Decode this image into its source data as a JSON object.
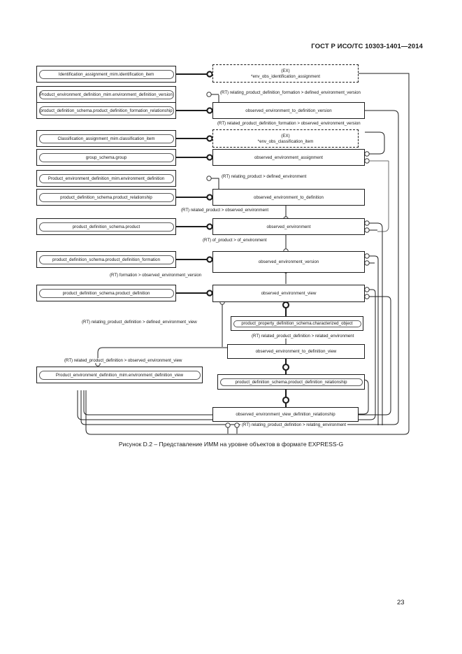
{
  "document": {
    "header": "ГОСТ Р ИСО/ТС 10303-1401—2014",
    "page_number": "23",
    "figure_caption": "Рисунок D.2 –   Представление ИММ на уровне объектов в формате EXPRESS-G"
  },
  "diagram": {
    "type": "EXPRESS-G object level model",
    "left_nodes": [
      {
        "id": "n_ident_item",
        "label": "Identification_assignment_mim.identification_item",
        "style": "stadium"
      },
      {
        "id": "n_env_def_ver",
        "label": "Product_environment_definition_mim.environment_definition_version",
        "style": "stadium"
      },
      {
        "id": "n_pdf_rel",
        "label": "product_definition_schema.produсt_definition_formation_relationship",
        "style": "stadium"
      },
      {
        "id": "n_class_item",
        "label": "Classification_assignment_mim.classification_item",
        "style": "stadium"
      },
      {
        "id": "n_group",
        "label": "group_schema.group",
        "style": "stadium"
      },
      {
        "id": "n_env_def",
        "label": "Product_environment_definition_mim.environment_definition",
        "style": "stadium"
      },
      {
        "id": "n_prod_rel",
        "label": "product_definition_schema.product_relationship",
        "style": "stadium"
      },
      {
        "id": "n_product",
        "label": "product_definition_schema.product",
        "style": "stadium"
      },
      {
        "id": "n_pdf",
        "label": "product_definition_schema.product_definition_formation",
        "style": "stadium"
      },
      {
        "id": "n_pd",
        "label": "product_definition_schema.product_definition",
        "style": "stadium"
      },
      {
        "id": "n_env_def_view",
        "label": "Product_environment_definition_mim.environment_definition_view",
        "style": "stadium"
      }
    ],
    "right_nodes": [
      {
        "id": "r_ex_ident",
        "ex_tag": "(EX)",
        "label": "*env_obs_identification_assignment",
        "style": "dashed"
      },
      {
        "id": "r_obs_env_to_def_ver",
        "label": "observed_environment_to_definition_version",
        "style": "plain"
      },
      {
        "id": "r_ex_class",
        "ex_tag": "(EX)",
        "label": "*env_obs_classification_item",
        "style": "dashed"
      },
      {
        "id": "r_obs_env_assignment",
        "label": "observed_environment_assignment",
        "style": "plain"
      },
      {
        "id": "r_obs_env_to_def",
        "label": "observed_environment_to_definition",
        "style": "plain"
      },
      {
        "id": "r_obs_env",
        "label": "observed_environment",
        "style": "plain"
      },
      {
        "id": "r_obs_env_version",
        "label": "observed_environment_version",
        "style": "plain"
      },
      {
        "id": "r_obs_env_view",
        "label": "observed_environment_view",
        "style": "plain"
      },
      {
        "id": "r_char_obj",
        "label": "product_property_definition_schema.characterized_object",
        "style": "stadium"
      },
      {
        "id": "r_obs_env_to_def_view",
        "label": "observed_environment_to_definition_view",
        "style": "plain"
      },
      {
        "id": "r_pd_rel",
        "label": "product_definition_schema.product_definition_relationship",
        "style": "stadium"
      },
      {
        "id": "r_obs_env_view_def_rel",
        "label": "observed_environment_view_definition_relationship",
        "style": "plain"
      }
    ],
    "edge_labels": [
      {
        "id": "e1",
        "text": "(RT) relating_product_definition_formation > defined_environment_version"
      },
      {
        "id": "e2",
        "text": "(RT) related_product_definition_formation > observed_environment_version"
      },
      {
        "id": "e3",
        "text": "(RT) relating_product > defined_environment"
      },
      {
        "id": "e4",
        "text": "(RT) related_product > observed_environment"
      },
      {
        "id": "e5",
        "text": "(RT) of_product > of_environment"
      },
      {
        "id": "e6",
        "text": "(RT) formation > observed_environment_version"
      },
      {
        "id": "e7",
        "text": "(RT) relating_product_definition > defined_environment_view"
      },
      {
        "id": "e8",
        "text": "(RT) related_product_definition > related_environment"
      },
      {
        "id": "e9",
        "text": "(RT) related_product_definition > observed_environment_view"
      },
      {
        "id": "e10",
        "text": "(RT) relating_product_definition > relating_environment"
      }
    ]
  }
}
